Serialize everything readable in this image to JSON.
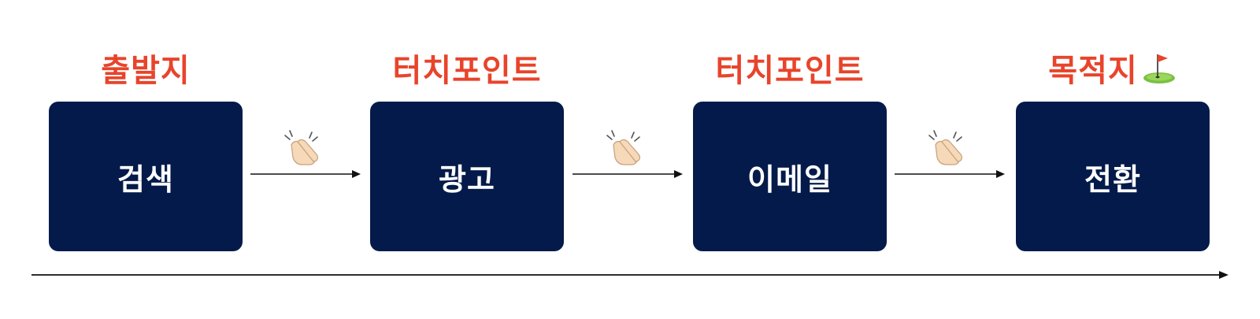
{
  "colors": {
    "label": "#e8442b",
    "box": "#031a4a",
    "box_text": "#ffffff",
    "arrow": "#111111"
  },
  "stages": [
    {
      "label": "출발지",
      "name": "검색"
    },
    {
      "label": "터치포인트",
      "name": "광고"
    },
    {
      "label": "터치포인트",
      "name": "이메일"
    },
    {
      "label": "목적지",
      "name": "전환",
      "label_icon": "golf-flag-icon"
    }
  ],
  "connector_icon": "clapping-hands-icon"
}
